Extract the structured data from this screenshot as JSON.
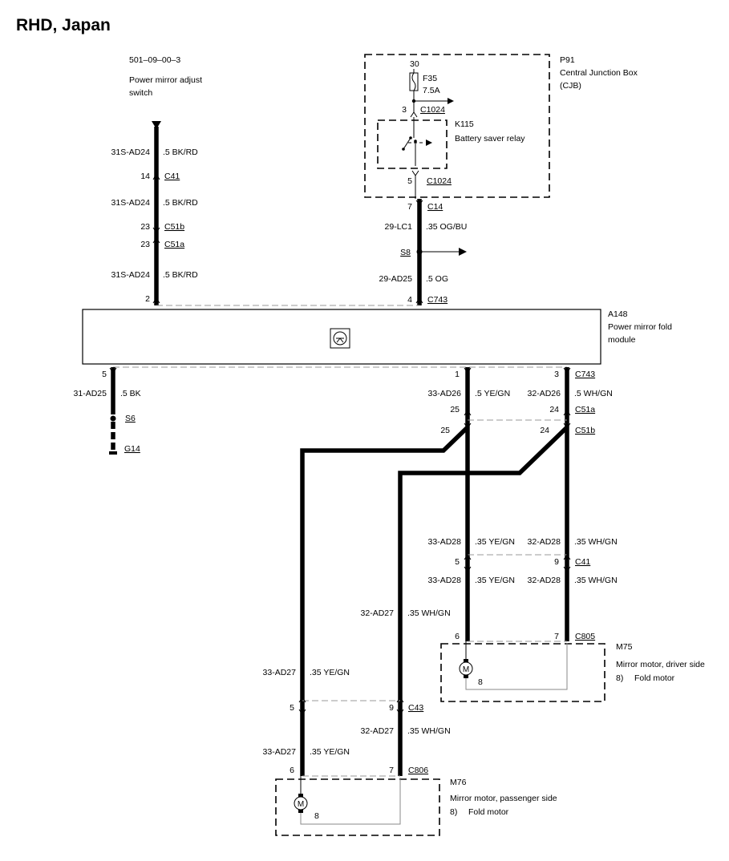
{
  "page": {
    "title": "RHD, Japan"
  },
  "switch": {
    "ref": "501–09–00–3",
    "name_line1": "Power mirror adjust",
    "name_line2": "switch"
  },
  "cjb": {
    "id": "P91",
    "name_line1": "Central Junction Box",
    "name_line2": "(CJB)",
    "pin_top": "30",
    "fuse_id": "F35",
    "fuse_rating": "7.5A",
    "pin_out": "3",
    "conn_out": "C1024",
    "relay_id": "K115",
    "relay_name": "Battery saver relay",
    "pin_relay": "5",
    "conn_relay": "C1024"
  },
  "left_feed": {
    "seg1_circuit": "31S-AD24",
    "seg1_spec": ".5 BK/RD",
    "c41_pin": "14",
    "c41": "C41",
    "seg2_circuit": "31S-AD24",
    "seg2_spec": ".5 BK/RD",
    "c51b_pin": "23",
    "c51b": "C51b",
    "c51a_pin": "23",
    "c51a": "C51a",
    "seg3_circuit": "31S-AD24",
    "seg3_spec": ".5 BK/RD",
    "module_pin": "2"
  },
  "right_feed": {
    "c14_pin": "7",
    "c14": "C14",
    "seg1_circuit": "29-LC1",
    "seg1_spec": ".35 OG/BU",
    "splice": "S8",
    "seg2_circuit": "29-AD25",
    "seg2_spec": ".5 OG",
    "module_pin": "4",
    "module_conn": "C743"
  },
  "module": {
    "id": "A148",
    "name_line1": "Power mirror fold",
    "name_line2": "module"
  },
  "ground": {
    "pin": "5",
    "circuit": "31-AD25",
    "spec": ".5 BK",
    "splice": "S6",
    "ground": "G14"
  },
  "outputs": {
    "pin_a": "1",
    "pin_b": "3",
    "conn": "C743",
    "a_circuit": "33-AD26",
    "a_spec": ".5 YE/GN",
    "b_circuit": "32-AD26",
    "b_spec": ".5 WH/GN",
    "c51a_pin_a": "25",
    "c51a_pin_b": "24",
    "c51a": "C51a",
    "c51b_pin_a": "25",
    "c51b_pin_b": "24",
    "c51b": "C51b"
  },
  "driver": {
    "a1_circuit": "33-AD28",
    "a1_spec": ".35 YE/GN",
    "b1_circuit": "32-AD28",
    "b1_spec": ".35 WH/GN",
    "c41_pin_a": "5",
    "c41_pin_b": "9",
    "c41": "C41",
    "a2_circuit": "33-AD28",
    "a2_spec": ".35 YE/GN",
    "b2_circuit": "32-AD28",
    "b2_spec": ".35 WH/GN",
    "pin_a": "6",
    "pin_b": "7",
    "conn": "C805",
    "motor_pin": "8",
    "id": "M75",
    "name": "Mirror motor, driver side",
    "note_num": "8)",
    "note": "Fold motor"
  },
  "passenger": {
    "b_circuit": "32-AD27",
    "b_spec": ".35 WH/GN",
    "a_circuit": "33-AD27",
    "a_spec": ".35 YE/GN",
    "c43_pin_a": "5",
    "c43_pin_b": "9",
    "c43": "C43",
    "b2_circuit": "32-AD27",
    "b2_spec": ".35 WH/GN",
    "a2_circuit": "33-AD27",
    "a2_spec": ".35 YE/GN",
    "pin_a": "6",
    "pin_b": "7",
    "conn": "C806",
    "motor_pin": "8",
    "id": "M76",
    "name": "Mirror motor, passenger side",
    "note_num": "8)",
    "note": "Fold motor"
  },
  "motor_symbol": "M"
}
